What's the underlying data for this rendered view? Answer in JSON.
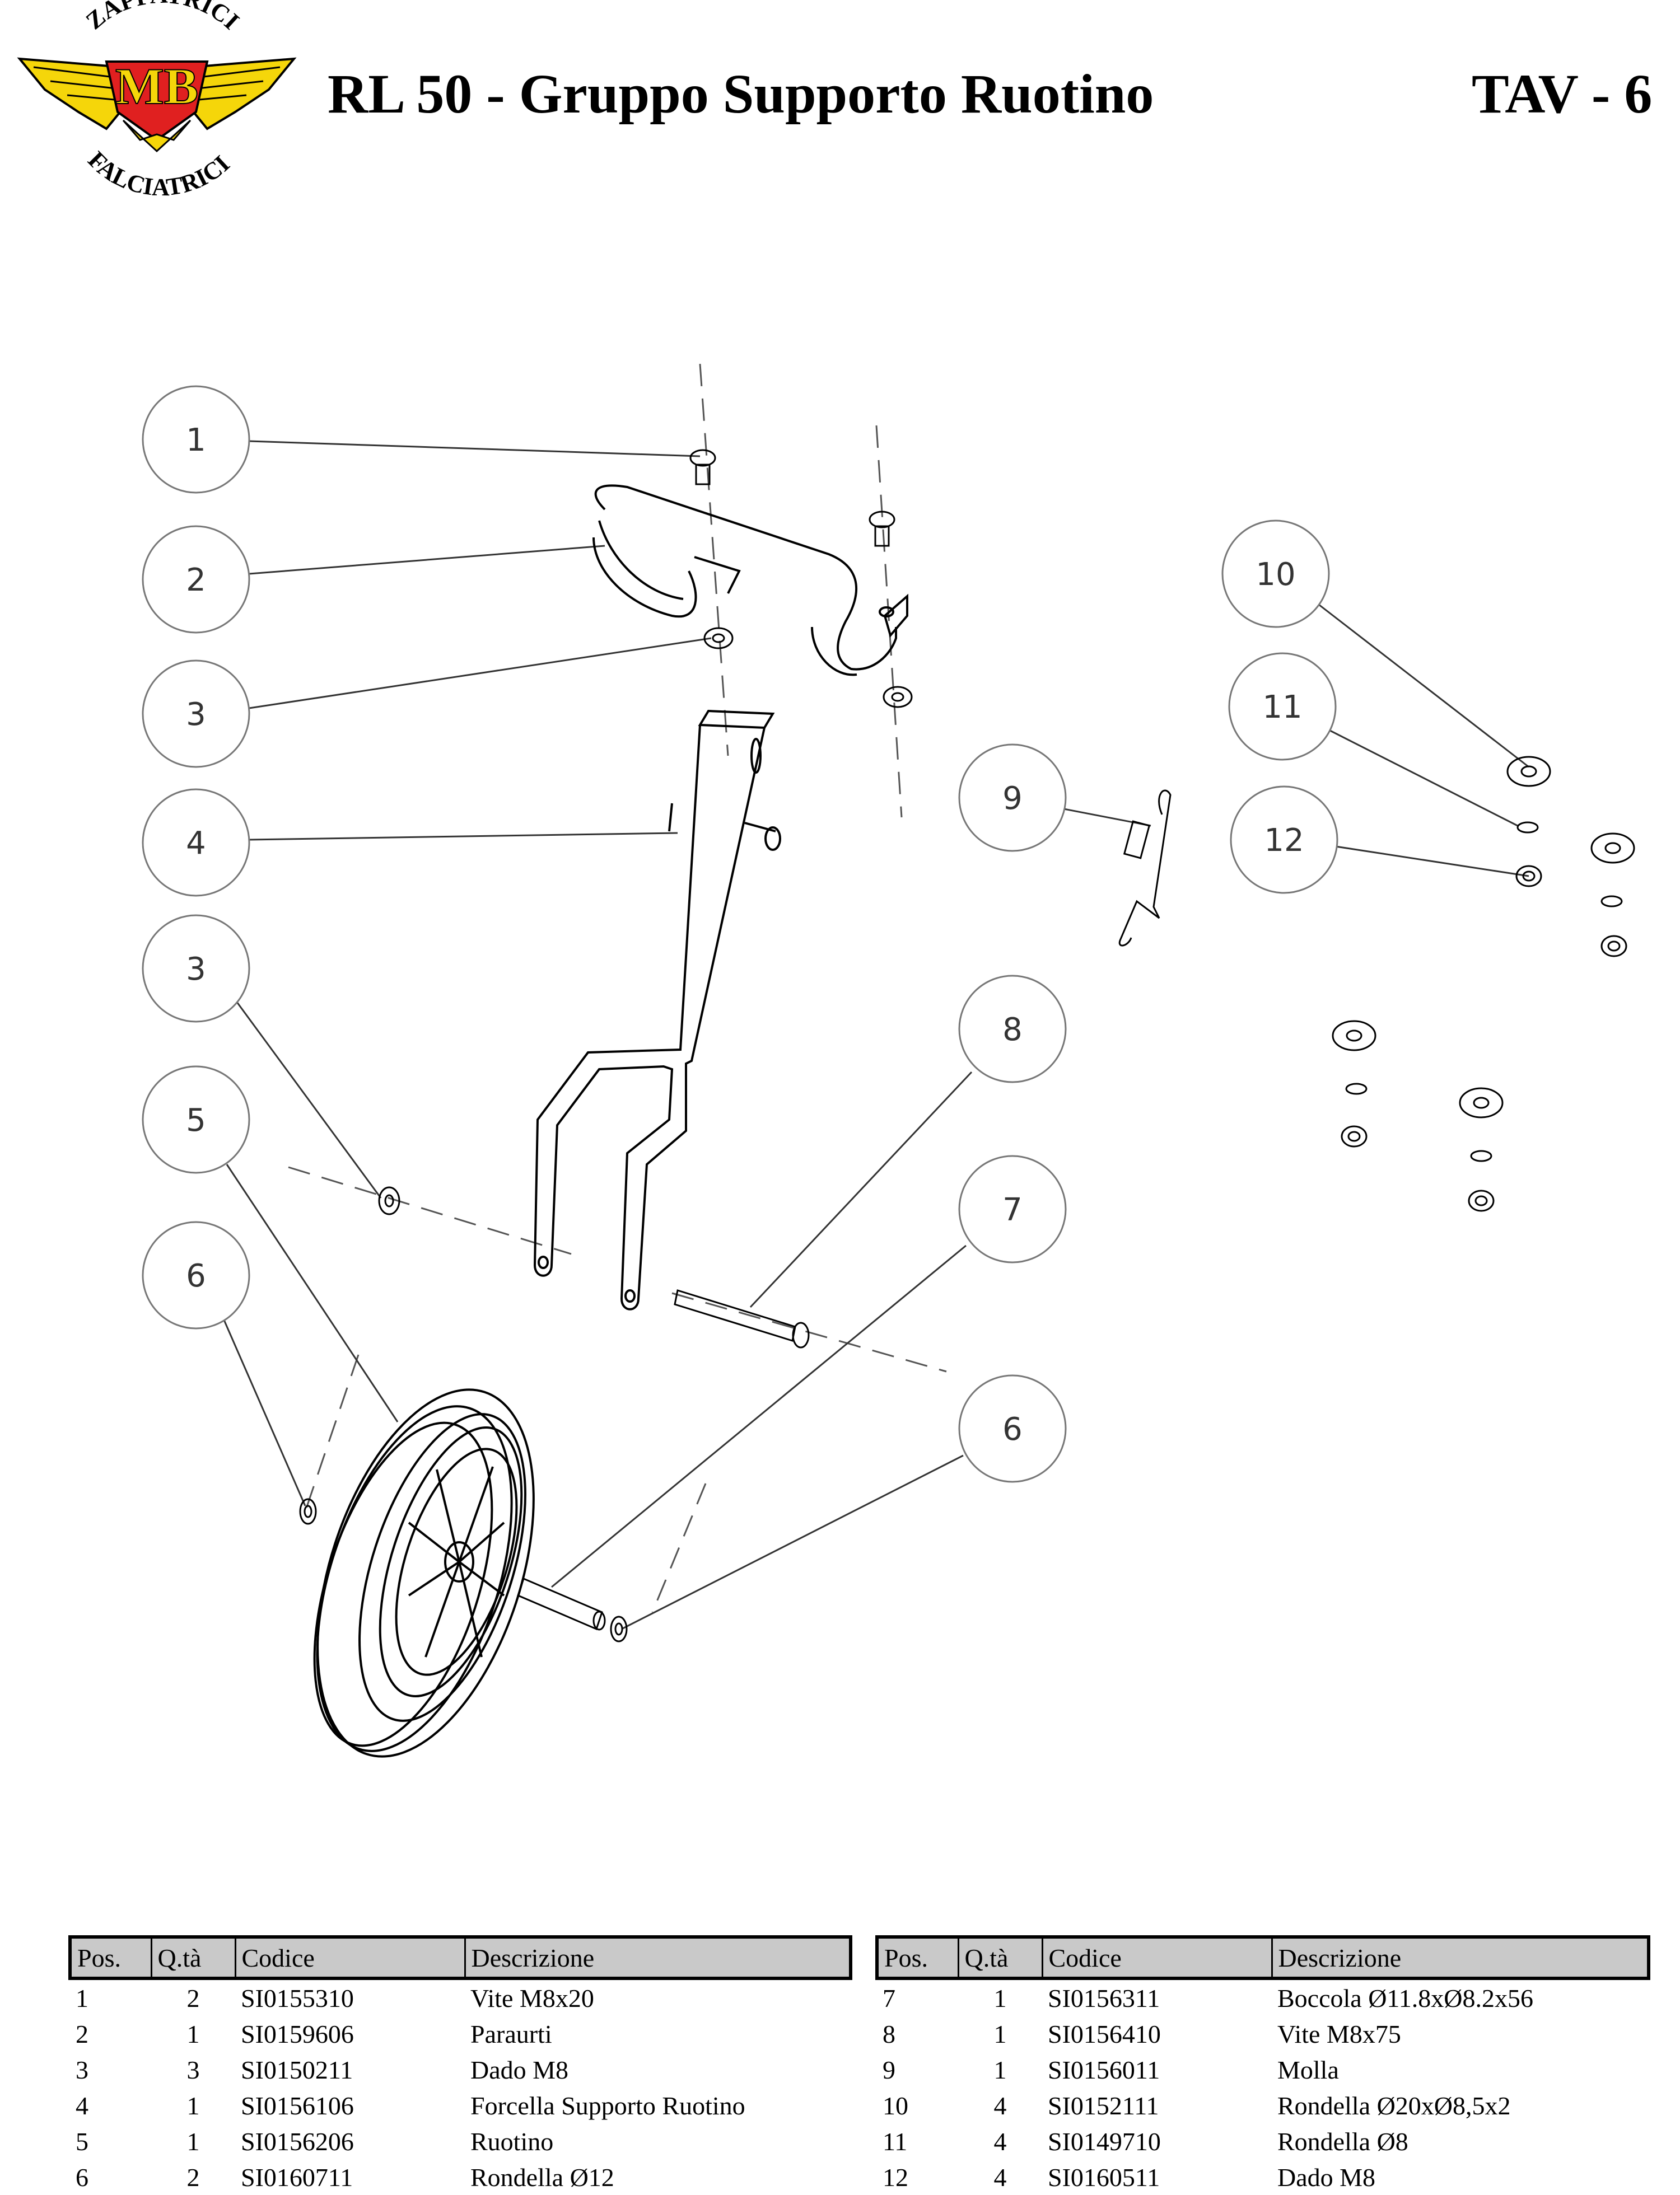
{
  "header": {
    "logo": {
      "top_text": "ZAPPATRICI",
      "center_text": "MB",
      "bottom_text": "FALCIATRICI"
    },
    "title": "RL 50 - Gruppo Supporto Ruotino",
    "sheet": "TAV - 6"
  },
  "callouts": [
    "1",
    "2",
    "3",
    "4",
    "3",
    "5",
    "6",
    "8",
    "7",
    "6",
    "9",
    "10",
    "11",
    "12"
  ],
  "parts_table": {
    "headers": [
      "Pos.",
      "Q.tà",
      "Codice",
      "Descrizione"
    ],
    "left_rows": [
      {
        "pos": "1",
        "qty": "2",
        "code": "SI0155310",
        "desc": "Vite M8x20"
      },
      {
        "pos": "2",
        "qty": "1",
        "code": "SI0159606",
        "desc": "Paraurti"
      },
      {
        "pos": "3",
        "qty": "3",
        "code": "SI0150211",
        "desc": "Dado M8"
      },
      {
        "pos": "4",
        "qty": "1",
        "code": "SI0156106",
        "desc": "Forcella Supporto Ruotino"
      },
      {
        "pos": "5",
        "qty": "1",
        "code": "SI0156206",
        "desc": "Ruotino"
      },
      {
        "pos": "6",
        "qty": "2",
        "code": "SI0160711",
        "desc": "Rondella Ø12"
      }
    ],
    "right_rows": [
      {
        "pos": "7",
        "qty": "1",
        "code": "SI0156311",
        "desc": "Boccola Ø11.8xØ8.2x56"
      },
      {
        "pos": "8",
        "qty": "1",
        "code": "SI0156410",
        "desc": "Vite M8x75"
      },
      {
        "pos": "9",
        "qty": "1",
        "code": "SI0156011",
        "desc": "Molla"
      },
      {
        "pos": "10",
        "qty": "4",
        "code": "SI0152111",
        "desc": "Rondella Ø20xØ8,5x2"
      },
      {
        "pos": "11",
        "qty": "4",
        "code": "SI0149710",
        "desc": "Rondella Ø8"
      },
      {
        "pos": "12",
        "qty": "4",
        "code": "SI0160511",
        "desc": "Dado M8"
      }
    ]
  },
  "colors": {
    "logo_yellow": "#f5d60a",
    "logo_red": "#e02020",
    "table_header": "#c9c9c9"
  }
}
